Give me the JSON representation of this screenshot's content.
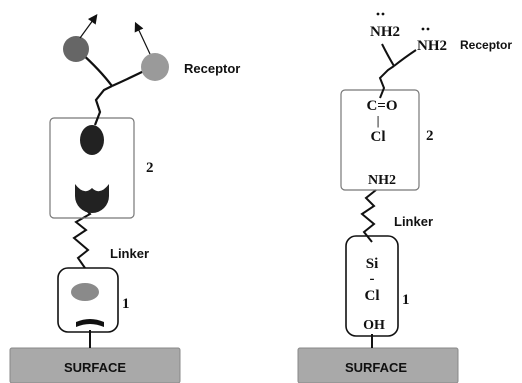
{
  "left": {
    "receptor_label": "Receptor",
    "linker_label": "Linker",
    "box2_number": "2",
    "box1_number": "1",
    "surface_label": "SURFACE"
  },
  "right": {
    "nh2_left": "NH2",
    "nh2_right": "NH2",
    "receptor_label": "Receptor",
    "carbonyl": "C=O",
    "bond": "|",
    "chloride_top": "Cl",
    "amine": "NH2",
    "box2_number": "2",
    "linker_label": "Linker",
    "silicon": "Si",
    "dash": "-",
    "chloride_bottom": "Cl",
    "hydroxyl": "OH",
    "box1_number": "1",
    "surface_label": "SURFACE"
  },
  "colors": {
    "dark_shape": "#222222",
    "mid_grey_ball": "#666666",
    "light_grey_ball": "#9a9a9a",
    "bead_grey": "#8a8a8a",
    "surface_fill": "#a9a9a9",
    "box_stroke": "#777777"
  }
}
